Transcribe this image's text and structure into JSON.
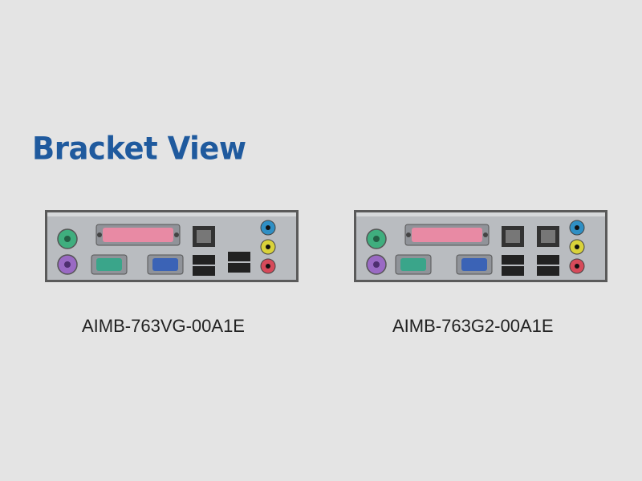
{
  "heading": {
    "text": "Bracket View"
  },
  "products": [
    {
      "model": "AIMB-763VG-00A1E"
    },
    {
      "model": "AIMB-763G2-00A1E"
    }
  ],
  "colors": {
    "heading": "#1f5a9e",
    "plate": "#b9bcc0",
    "ps2_mouse": "#3fae7e",
    "ps2_keyboard": "#9a6ac4",
    "parallel": "#e88aa4",
    "serial": "#3aa58a",
    "vga": "#3b63b6",
    "audio_in": "#2f8fc4",
    "audio_line": "#d9d23a",
    "audio_mic": "#d64a5a"
  },
  "icons": [
    "ps2-mouse-port-icon",
    "ps2-keyboard-port-icon",
    "parallel-port-icon",
    "serial-port-icon",
    "vga-port-icon",
    "usb-port-icon",
    "lan-port-icon",
    "audio-jack-icon"
  ]
}
